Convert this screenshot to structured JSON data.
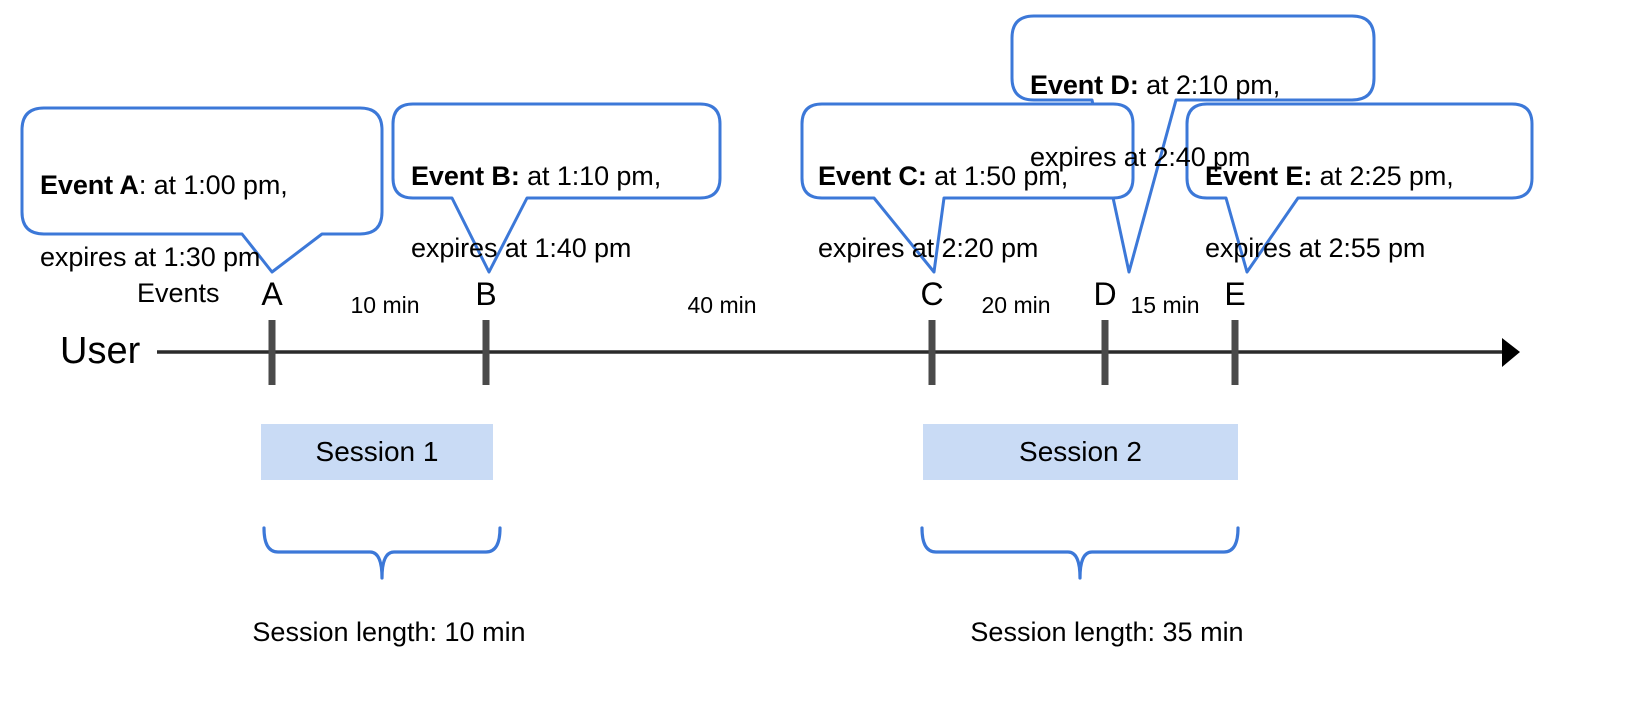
{
  "diagram": {
    "title_row_label": "Events",
    "lane_label": "User",
    "accent_color": "#3c78d8",
    "session_fill": "#c9dbf5",
    "axis_color": "#3a3a3a"
  },
  "callouts": [
    {
      "id": "A",
      "event_bold": "Event A",
      "separator": ":",
      "rest": " at 1:00 pm,",
      "line2": "expires at 1:30 pm",
      "start_time": "1:00 pm",
      "expires_time": "1:30 pm"
    },
    {
      "id": "B",
      "event_bold": "Event B:",
      "separator": "",
      "rest": " at 1:10 pm,",
      "line2": "expires at 1:40 pm",
      "start_time": "1:10 pm",
      "expires_time": "1:40 pm"
    },
    {
      "id": "C",
      "event_bold": "Event C:",
      "separator": "",
      "rest": " at 1:50 pm,",
      "line2": "expires at 2:20 pm",
      "start_time": "1:50 pm",
      "expires_time": "2:20 pm"
    },
    {
      "id": "D",
      "event_bold": "Event D:",
      "separator": "",
      "rest": " at 2:10 pm,",
      "line2": "expires at 2:40 pm",
      "start_time": "2:10 pm",
      "expires_time": "2:40 pm"
    },
    {
      "id": "E",
      "event_bold": "Event E:",
      "separator": "",
      "rest": " at 2:25 pm,",
      "line2": "expires at 2:55 pm",
      "start_time": "2:25 pm",
      "expires_time": "2:55 pm"
    }
  ],
  "markers": [
    {
      "label": "A"
    },
    {
      "label": "B"
    },
    {
      "label": "C"
    },
    {
      "label": "D"
    },
    {
      "label": "E"
    }
  ],
  "gaps": [
    {
      "label": "10 min",
      "between": "A-B"
    },
    {
      "label": "40 min",
      "between": "B-C"
    },
    {
      "label": "20 min",
      "between": "C-D"
    },
    {
      "label": "15 min",
      "between": "D-E"
    }
  ],
  "sessions": [
    {
      "name": "Session 1",
      "length_label": "Session length: 10 min"
    },
    {
      "name": "Session 2",
      "length_label": "Session length: 35 min"
    }
  ]
}
